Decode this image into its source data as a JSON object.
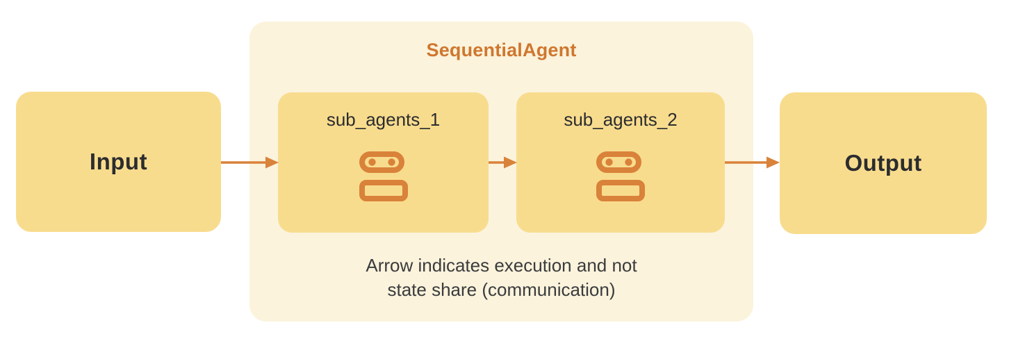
{
  "diagram": {
    "input_label": "Input",
    "output_label": "Output",
    "container_title": "SequentialAgent",
    "sub_agents": [
      {
        "label": "sub_agents_1",
        "icon": "robot-icon"
      },
      {
        "label": "sub_agents_2",
        "icon": "robot-icon"
      }
    ],
    "caption": {
      "line1": "Arrow indicates execution and not",
      "line2": "state share (communication)"
    },
    "arrows": [
      "input-to-sub-agents-1",
      "sub-agents-1-to-sub-agents-2",
      "sub-agents-2-to-output"
    ],
    "colors": {
      "accent_orange": "#D9823A",
      "title_orange": "#CF772F",
      "node_yellow": "#F8DC8E",
      "container_cream": "#FBF3DC",
      "text_dark": "#2B2C2E",
      "caption_text": "#3A3B3D",
      "background": "#FFFFFF"
    }
  }
}
